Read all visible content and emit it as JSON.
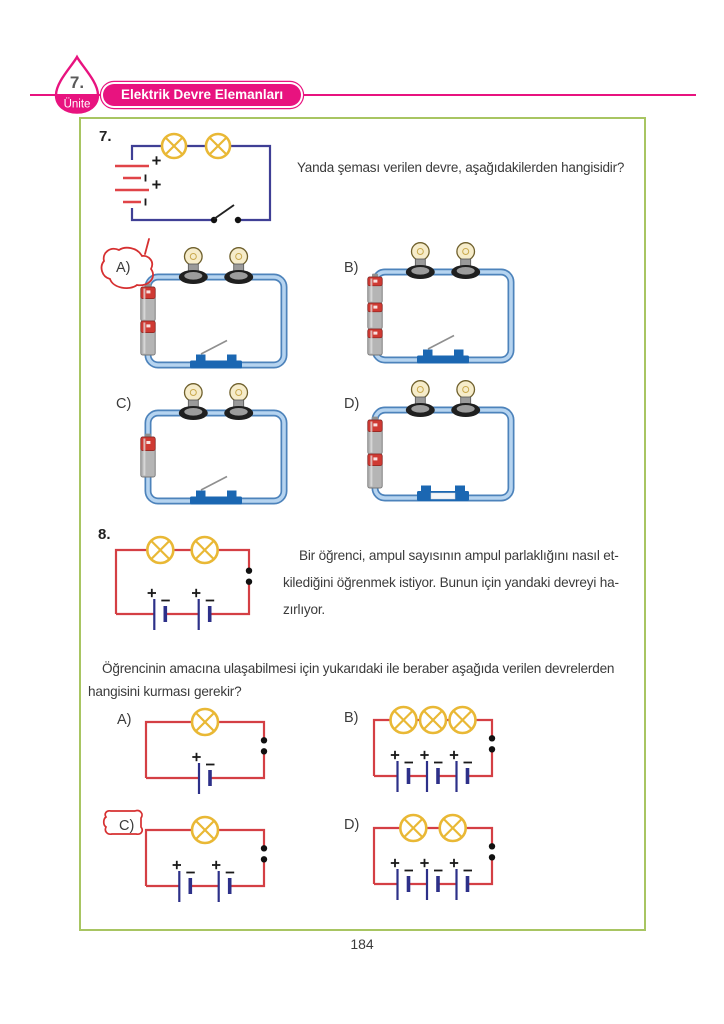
{
  "header": {
    "unit_number": "7.",
    "unit_word": "Ünite",
    "title": "Elektrik Devre Elemanları"
  },
  "footer": {
    "page_number": "184"
  },
  "colors": {
    "magenta": "#e8137f",
    "box_border": "#a8c562",
    "schematic_navy_wire": "#3f3f95",
    "schematic_red_wire": "#d43f44",
    "lamp_symbol_yellow": "#e9b835",
    "battery_symbol_red": "#e04448",
    "battery_symbol_navy": "#2d3089",
    "realistic_wire_outer_blue": "#4d83bb",
    "realistic_wire_inner_blue": "#b6d4f0",
    "switch_blue": "#1b67b2",
    "annotation_red": "#d63031",
    "ink": "#1a1a1a"
  },
  "question7": {
    "number": "7.",
    "prompt": "Yanda şeması verilen devre, aşağıdakilerden hangisidir?",
    "diagram": {
      "lamps": 2,
      "batteries": 2,
      "switch": "open"
    },
    "options": [
      {
        "label": "A)",
        "lamps": 2,
        "batteries": 2,
        "switch": "open",
        "marked": true
      },
      {
        "label": "B)",
        "lamps": 2,
        "batteries": 3,
        "switch": "open",
        "marked": false
      },
      {
        "label": "C)",
        "lamps": 2,
        "batteries": 1,
        "switch": "open",
        "marked": false
      },
      {
        "label": "D)",
        "lamps": 2,
        "batteries": 2,
        "switch": "closed",
        "marked": false
      }
    ]
  },
  "question8": {
    "number": "8.",
    "prompt_lines": [
      "Bir öğrenci, ampul sayısının ampul parlaklığını nasıl et-",
      "kilediğini öğrenmek istiyor. Bunun için yandaki devreyi ha-",
      "zırlıyor."
    ],
    "followup_lines": [
      "Öğrencinin amacına ulaşabilmesi için yukarıdaki ile beraber aşağıda verilen devrelerden",
      "hangisini kurması gerekir?"
    ],
    "diagram": {
      "lamps": 2,
      "batteries": 2,
      "switch": "open"
    },
    "options": [
      {
        "label": "A)",
        "lamps": 1,
        "batteries": 1,
        "marked": false
      },
      {
        "label": "B)",
        "lamps": 3,
        "batteries": 3,
        "marked": false
      },
      {
        "label": "C)",
        "lamps": 1,
        "batteries": 2,
        "marked": true
      },
      {
        "label": "D)",
        "lamps": 2,
        "batteries": 3,
        "marked": false
      }
    ]
  }
}
